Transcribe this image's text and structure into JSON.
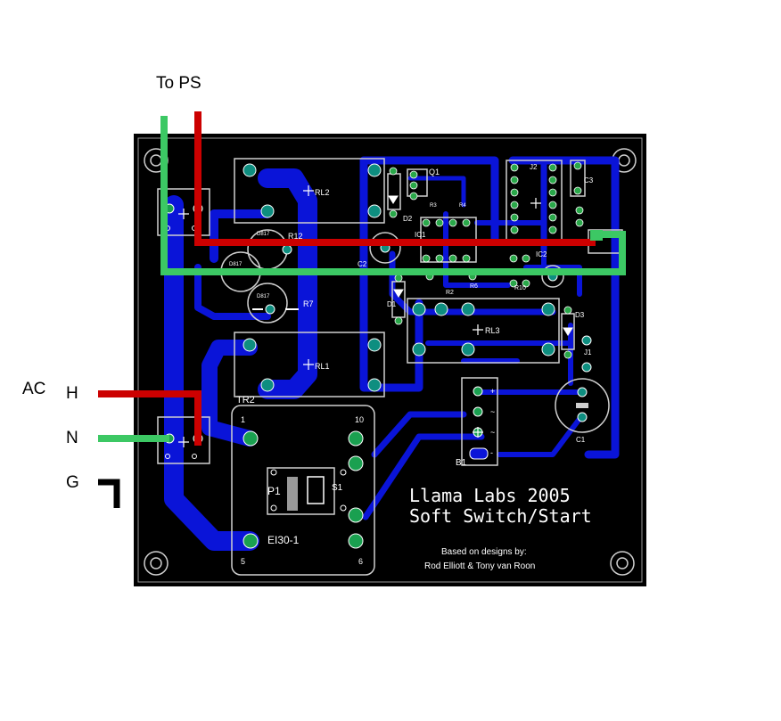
{
  "external_labels": {
    "to_ps": "To PS",
    "ac": "AC",
    "hot": "H",
    "neutral": "N",
    "ground": "G"
  },
  "board": {
    "title_line1": "Llama Labs 2005",
    "title_line2": "Soft Switch/Start",
    "credit_line1": "Based on designs by:",
    "credit_line2": "Rod Elliott & Tony van Roon"
  },
  "components": {
    "rl1": "RL1",
    "rl2": "RL2",
    "rl3": "RL3",
    "r12": "R12",
    "r7": "R7",
    "r2": "R2",
    "r6": "R6",
    "r10": "R10",
    "r3": "R3",
    "r4": "R4",
    "q1": "Q1",
    "d1": "D1",
    "d2": "D2",
    "d3": "D3",
    "ic1": "IC1",
    "ic2": "IC2",
    "c1": "C1",
    "c2": "C2",
    "c3": "C3",
    "j1": "J1",
    "j2": "J2",
    "b1": "B1",
    "tr2": "TR2",
    "p1": "P1",
    "s1": "S1",
    "ei30": "EI30-1",
    "zener_a": "D817",
    "zener_b": "D817",
    "zener_c": "D817",
    "pin1": "1",
    "pin5": "5",
    "pin6": "6",
    "pin10": "10",
    "b1_plus": "+",
    "b1_ac1": "~",
    "b1_ac2": "~",
    "b1_minus": "-"
  },
  "colors": {
    "board": "#000000",
    "copper": "#0a14d8",
    "pad": "#0e8e80",
    "hot_wire": "#cc0000",
    "neutral_wire": "#3cc864",
    "silkscreen": "#cfcfcf"
  }
}
